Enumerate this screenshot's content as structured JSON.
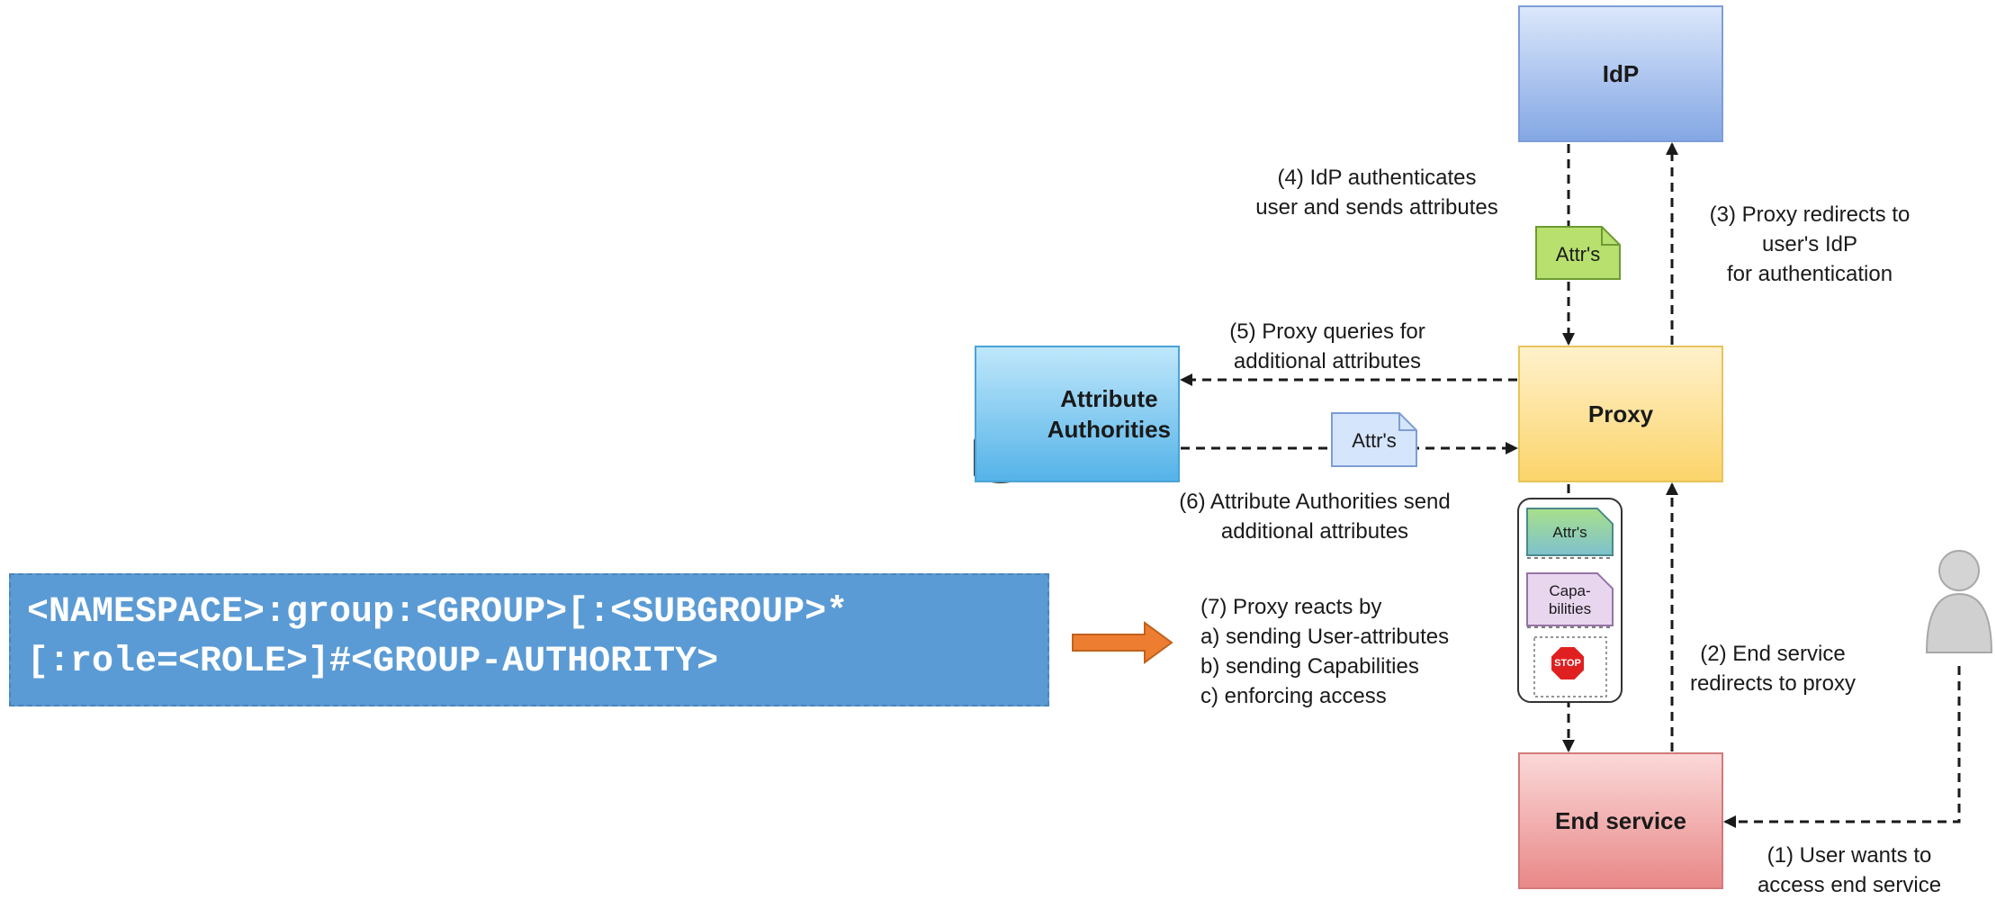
{
  "nodes": {
    "idp": "IdP",
    "proxy": "Proxy",
    "end_service": "End service",
    "attribute_authorities": "Attribute\nAuthorities"
  },
  "documents": {
    "attrs_idp": "Attr's",
    "attrs_aa": "Attr's",
    "stack_attrs": "Attr's",
    "stack_capabilities": "Capa-\nbilities",
    "stop": "STOP"
  },
  "steps": {
    "step1": "(1) User wants to\naccess end service",
    "step2": "(2) End service\nredirects to proxy",
    "step3": "(3) Proxy redirects to\nuser's IdP\nfor authentication",
    "step4": "(4) IdP authenticates\nuser and sends attributes",
    "step5": "(5) Proxy queries for\nadditional attributes",
    "step6": "(6) Attribute Authorities send\nadditional attributes",
    "step7": "(7) Proxy reacts by\na) sending User-attributes\nb) sending Capabilities\nc) enforcing access"
  },
  "formula": {
    "line1": "<NAMESPACE>:group:<GROUP>[:<SUBGROUP>*",
    "line2": "[:role=<ROLE>]#<GROUP-AUTHORITY>"
  },
  "colors": {
    "idp": "#84a7e4",
    "proxy": "#fbd46a",
    "end_service": "#e98888",
    "attribute_authorities": "#55b3e8",
    "formula_bg": "#5b9bd5",
    "arrow_orange": "#ed7d31"
  }
}
